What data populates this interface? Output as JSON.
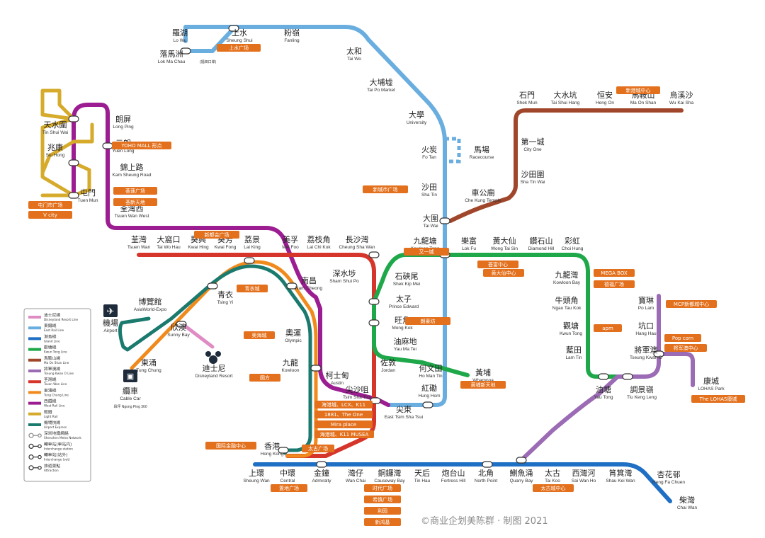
{
  "colors": {
    "east_rail": "#6aaee0",
    "island": "#1f6fc4",
    "kwun_tong": "#1fa84a",
    "ma_on_shan": "#a0462a",
    "tseung_kwan_o": "#9b6bb5",
    "tsuen_wan": "#d6352c",
    "tung_chung": "#f08a1c",
    "west_rail": "#9c1d91",
    "light_rail": "#d6aa2a",
    "airport_express": "#1b7a6e",
    "disneyland": "#e08cc4",
    "tag": "#e3701c"
  },
  "stations": [
    {
      "id": "lo-wu",
      "zh": "羅湖",
      "en": "Lo Wu"
    },
    {
      "id": "sheung-shui",
      "zh": "上水",
      "en": "Sheung Shui"
    },
    {
      "id": "fanling",
      "zh": "粉嶺",
      "en": "Fanling"
    },
    {
      "id": "lok-ma-chau",
      "zh": "落馬洲",
      "en": "Lok Ma Chau"
    },
    {
      "id": "tai-wo",
      "zh": "太和",
      "en": "Tai Wo"
    },
    {
      "id": "tai-po-market",
      "zh": "大埔墟",
      "en": "Tai Po Market"
    },
    {
      "id": "university",
      "zh": "大學",
      "en": "University"
    },
    {
      "id": "fo-tan",
      "zh": "火炭",
      "en": "Fo Tan"
    },
    {
      "id": "racecourse",
      "zh": "馬場",
      "en": "Racecourse"
    },
    {
      "id": "sha-tin",
      "zh": "沙田",
      "en": "Sha Tin"
    },
    {
      "id": "tai-wai",
      "zh": "大圍",
      "en": "Tai Wai"
    },
    {
      "id": "kowloon-tong",
      "zh": "九龍塘",
      "en": "Kowloon Tong"
    },
    {
      "id": "mong-kok-east",
      "zh": "旺角東",
      "en": "Mong Kok East"
    },
    {
      "id": "hung-hom",
      "zh": "紅磡",
      "en": "Hung Hom"
    },
    {
      "id": "east-tsim-sha-tsui",
      "zh": "尖東",
      "en": "East Tsim Sha Tsui"
    },
    {
      "id": "shek-mun",
      "zh": "石門",
      "en": "Shek Mun"
    },
    {
      "id": "tai-shui-hang",
      "zh": "大水坑",
      "en": "Tai Shui Hang"
    },
    {
      "id": "heng-on",
      "zh": "恒安",
      "en": "Heng On"
    },
    {
      "id": "ma-on-shan",
      "zh": "馬鞍山",
      "en": "Ma On Shan"
    },
    {
      "id": "wu-kai-sha",
      "zh": "烏溪沙",
      "en": "Wu Kai Sha"
    },
    {
      "id": "city-one",
      "zh": "第一城",
      "en": "City One"
    },
    {
      "id": "sha-tin-wai",
      "zh": "沙田圍",
      "en": "Sha Tin Wai"
    },
    {
      "id": "che-kung-temple",
      "zh": "車公廟",
      "en": "Che Kung Temple"
    },
    {
      "id": "tin-shui-wai",
      "zh": "天水圍",
      "en": "Tin Shui Wai"
    },
    {
      "id": "long-ping",
      "zh": "朗屏",
      "en": "Long Ping"
    },
    {
      "id": "yuen-long",
      "zh": "元朗",
      "en": "Yuen Long"
    },
    {
      "id": "siu-hong",
      "zh": "兆康",
      "en": "Siu Hong"
    },
    {
      "id": "kam-sheung-road",
      "zh": "錦上路",
      "en": "Kam Sheung Road"
    },
    {
      "id": "tuen-mun",
      "zh": "屯門",
      "en": "Tuen Mun"
    },
    {
      "id": "tsuen-wan-west",
      "zh": "荃灣西",
      "en": "Tsuen Wan West"
    },
    {
      "id": "tsuen-wan",
      "zh": "荃灣",
      "en": "Tsuen Wan"
    },
    {
      "id": "tai-wo-hau",
      "zh": "大窩口",
      "en": "Tai Wo Hau"
    },
    {
      "id": "kwai-hing",
      "zh": "葵興",
      "en": "Kwai Hing"
    },
    {
      "id": "kwai-fong",
      "zh": "葵芳",
      "en": "Kwai Fong"
    },
    {
      "id": "lai-king",
      "zh": "荔景",
      "en": "Lai King"
    },
    {
      "id": "mei-foo",
      "zh": "美孚",
      "en": "Mei Foo"
    },
    {
      "id": "lai-chi-kok",
      "zh": "荔枝角",
      "en": "Lai Chi Kok"
    },
    {
      "id": "cheung-sha-wan",
      "zh": "長沙灣",
      "en": "Cheung Sha Wan"
    },
    {
      "id": "sham-shui-po",
      "zh": "深水埗",
      "en": "Sham Shui Po"
    },
    {
      "id": "shek-kip-mei",
      "zh": "石硤尾",
      "en": "Shek Kip Mei"
    },
    {
      "id": "prince-edward",
      "zh": "太子",
      "en": "Prince Edward"
    },
    {
      "id": "mong-kok",
      "zh": "旺角",
      "en": "Mong Kok"
    },
    {
      "id": "yau-ma-tei",
      "zh": "油麻地",
      "en": "Yau Ma Tei"
    },
    {
      "id": "jordan",
      "zh": "佐敦",
      "en": "Jordan"
    },
    {
      "id": "ho-man-tin",
      "zh": "何文田",
      "en": "Ho Man Tin"
    },
    {
      "id": "whampoa",
      "zh": "黃埔",
      "en": "Whampoa"
    },
    {
      "id": "tsim-sha-tsui",
      "zh": "尖沙咀",
      "en": "Tsim Sha Tsui"
    },
    {
      "id": "austin",
      "zh": "柯士甸",
      "en": "Austin"
    },
    {
      "id": "nam-cheong",
      "zh": "南昌",
      "en": "Nam Cheong"
    },
    {
      "id": "olympic",
      "zh": "奧運",
      "en": "Olympic"
    },
    {
      "id": "kowloon",
      "zh": "九龍",
      "en": "Kowloon"
    },
    {
      "id": "tsing-yi",
      "zh": "青衣",
      "en": "Tsing Yi"
    },
    {
      "id": "asiaworld-expo",
      "zh": "博覽館",
      "en": "AsiaWorld-Expo"
    },
    {
      "id": "airport",
      "zh": "機場",
      "en": "Airport"
    },
    {
      "id": "sunny-bay",
      "zh": "欣澳",
      "en": "Sunny Bay"
    },
    {
      "id": "tung-chung",
      "zh": "東涌",
      "en": "Tung Chung"
    },
    {
      "id": "disneyland-resort",
      "zh": "迪士尼",
      "en": "Disneyland Resort"
    },
    {
      "id": "cable-car",
      "zh": "纜車",
      "en": "Cable Car"
    },
    {
      "id": "lok-fu",
      "zh": "樂富",
      "en": "Lok Fu"
    },
    {
      "id": "wong-tai-sin",
      "zh": "黃大仙",
      "en": "Wong Tai Sin"
    },
    {
      "id": "diamond-hill",
      "zh": "鑽石山",
      "en": "Diamond Hill"
    },
    {
      "id": "choi-hung",
      "zh": "彩虹",
      "en": "Choi Hung"
    },
    {
      "id": "kowloon-bay",
      "zh": "九龍灣",
      "en": "Kowloon Bay"
    },
    {
      "id": "ngau-tau-kok",
      "zh": "牛頭角",
      "en": "Ngau Tau Kok"
    },
    {
      "id": "kwun-tong",
      "zh": "觀塘",
      "en": "Kwun Tong"
    },
    {
      "id": "lam-tin",
      "zh": "藍田",
      "en": "Lam Tin"
    },
    {
      "id": "yau-tong",
      "zh": "油塘",
      "en": "Yau Tong"
    },
    {
      "id": "tiu-keng-leng",
      "zh": "調景嶺",
      "en": "Tiu Keng Leng"
    },
    {
      "id": "tseung-kwan-o",
      "zh": "將軍澳",
      "en": "Tseung Kwan O"
    },
    {
      "id": "hang-hau",
      "zh": "坑口",
      "en": "Hang Hau"
    },
    {
      "id": "po-lam",
      "zh": "寶琳",
      "en": "Po Lam"
    },
    {
      "id": "lohas-park",
      "zh": "康城",
      "en": "LOHAS Park"
    },
    {
      "id": "hong-kong",
      "zh": "香港",
      "en": "Hong Kong"
    },
    {
      "id": "sheung-wan",
      "zh": "上環",
      "en": "Sheung Wan"
    },
    {
      "id": "central",
      "zh": "中環",
      "en": "Central"
    },
    {
      "id": "admiralty",
      "zh": "金鐘",
      "en": "Admiralty"
    },
    {
      "id": "wan-chai",
      "zh": "灣仔",
      "en": "Wan Chai"
    },
    {
      "id": "causeway-bay",
      "zh": "銅鑼灣",
      "en": "Causeway Bay"
    },
    {
      "id": "tin-hau",
      "zh": "天后",
      "en": "Tin Hau"
    },
    {
      "id": "fortress-hill",
      "zh": "炮台山",
      "en": "Fortress Hill"
    },
    {
      "id": "north-point",
      "zh": "北角",
      "en": "North Point"
    },
    {
      "id": "quarry-bay",
      "zh": "鰂魚涌",
      "en": "Quarry Bay"
    },
    {
      "id": "tai-koo",
      "zh": "太古",
      "en": "Tai Koo"
    },
    {
      "id": "sai-wan-ho",
      "zh": "西灣河",
      "en": "Sai Wan Ho"
    },
    {
      "id": "shau-kei-wan",
      "zh": "筲箕灣",
      "en": "Shau Kei Wan"
    },
    {
      "id": "heng-fa-chuen",
      "zh": "杏花邨",
      "en": "Heng Fa Chuen"
    },
    {
      "id": "chai-wan",
      "zh": "柴灣",
      "en": "Chai Wan"
    }
  ],
  "malls": [
    "上水广场",
    "新港城中心",
    "YOHO MALL 形点",
    "新城市广场",
    "荟蒾广场",
    "荟新天地",
    "屯门市广场",
    "V city",
    "新都会广场",
    "青衣城",
    "奥海城",
    "圆方",
    "又一城",
    "朗豪坊",
    "黄埔新天地",
    "海港城、LCX、K11",
    "1881、The One",
    "Mira place",
    "海港城、K11 MUSEA",
    "国际金融中心",
    "太古广场",
    "置地广场",
    "时代广场",
    "希慎广场",
    "利园",
    "新鸿基",
    "太古城中心",
    "MEGA BOX",
    "德福广场",
    "apm",
    "MCP新都城中心",
    "Pop corn",
    "将军澳中心",
    "The LOHAS康城",
    "荟富中心",
    "黄大仙中心"
  ],
  "legend": [
    {
      "zh": "迪士尼線",
      "en": "Disneyland Resort Line"
    },
    {
      "zh": "東鐵綫",
      "en": "East Rail Line"
    },
    {
      "zh": "港島綫",
      "en": "Island Line"
    },
    {
      "zh": "觀塘綫",
      "en": "Kwun Tong Line"
    },
    {
      "zh": "馬鞍山綫",
      "en": "Ma On Shan Line"
    },
    {
      "zh": "將軍澳綫",
      "en": "Tseung Kwan O Line"
    },
    {
      "zh": "荃灣綫",
      "en": "Tsuen Wan Line"
    },
    {
      "zh": "東涌綫",
      "en": "Tung Chung Line"
    },
    {
      "zh": "西鐵綫",
      "en": "West Rail Line"
    },
    {
      "zh": "輕鐵",
      "en": "Light Rail"
    },
    {
      "zh": "機場快綫",
      "en": "Airport Express"
    },
    {
      "zh": "深圳地鐵網絡",
      "en": "Shenzhen Metro Network"
    },
    {
      "zh": "轉車站(車站内)",
      "en": "Interchange station"
    },
    {
      "zh": "轉車站(站外)",
      "en": "Interchange (out)"
    },
    {
      "zh": "旅遊景點",
      "en": "Attraction"
    }
  ],
  "extra_labels": {
    "lok_ma_chau_note": "(福田口岸)",
    "cable_car_note": "昂坪 Ngong Ping 360"
  },
  "credit": "©商业企划美陈群 · 制图 2021"
}
